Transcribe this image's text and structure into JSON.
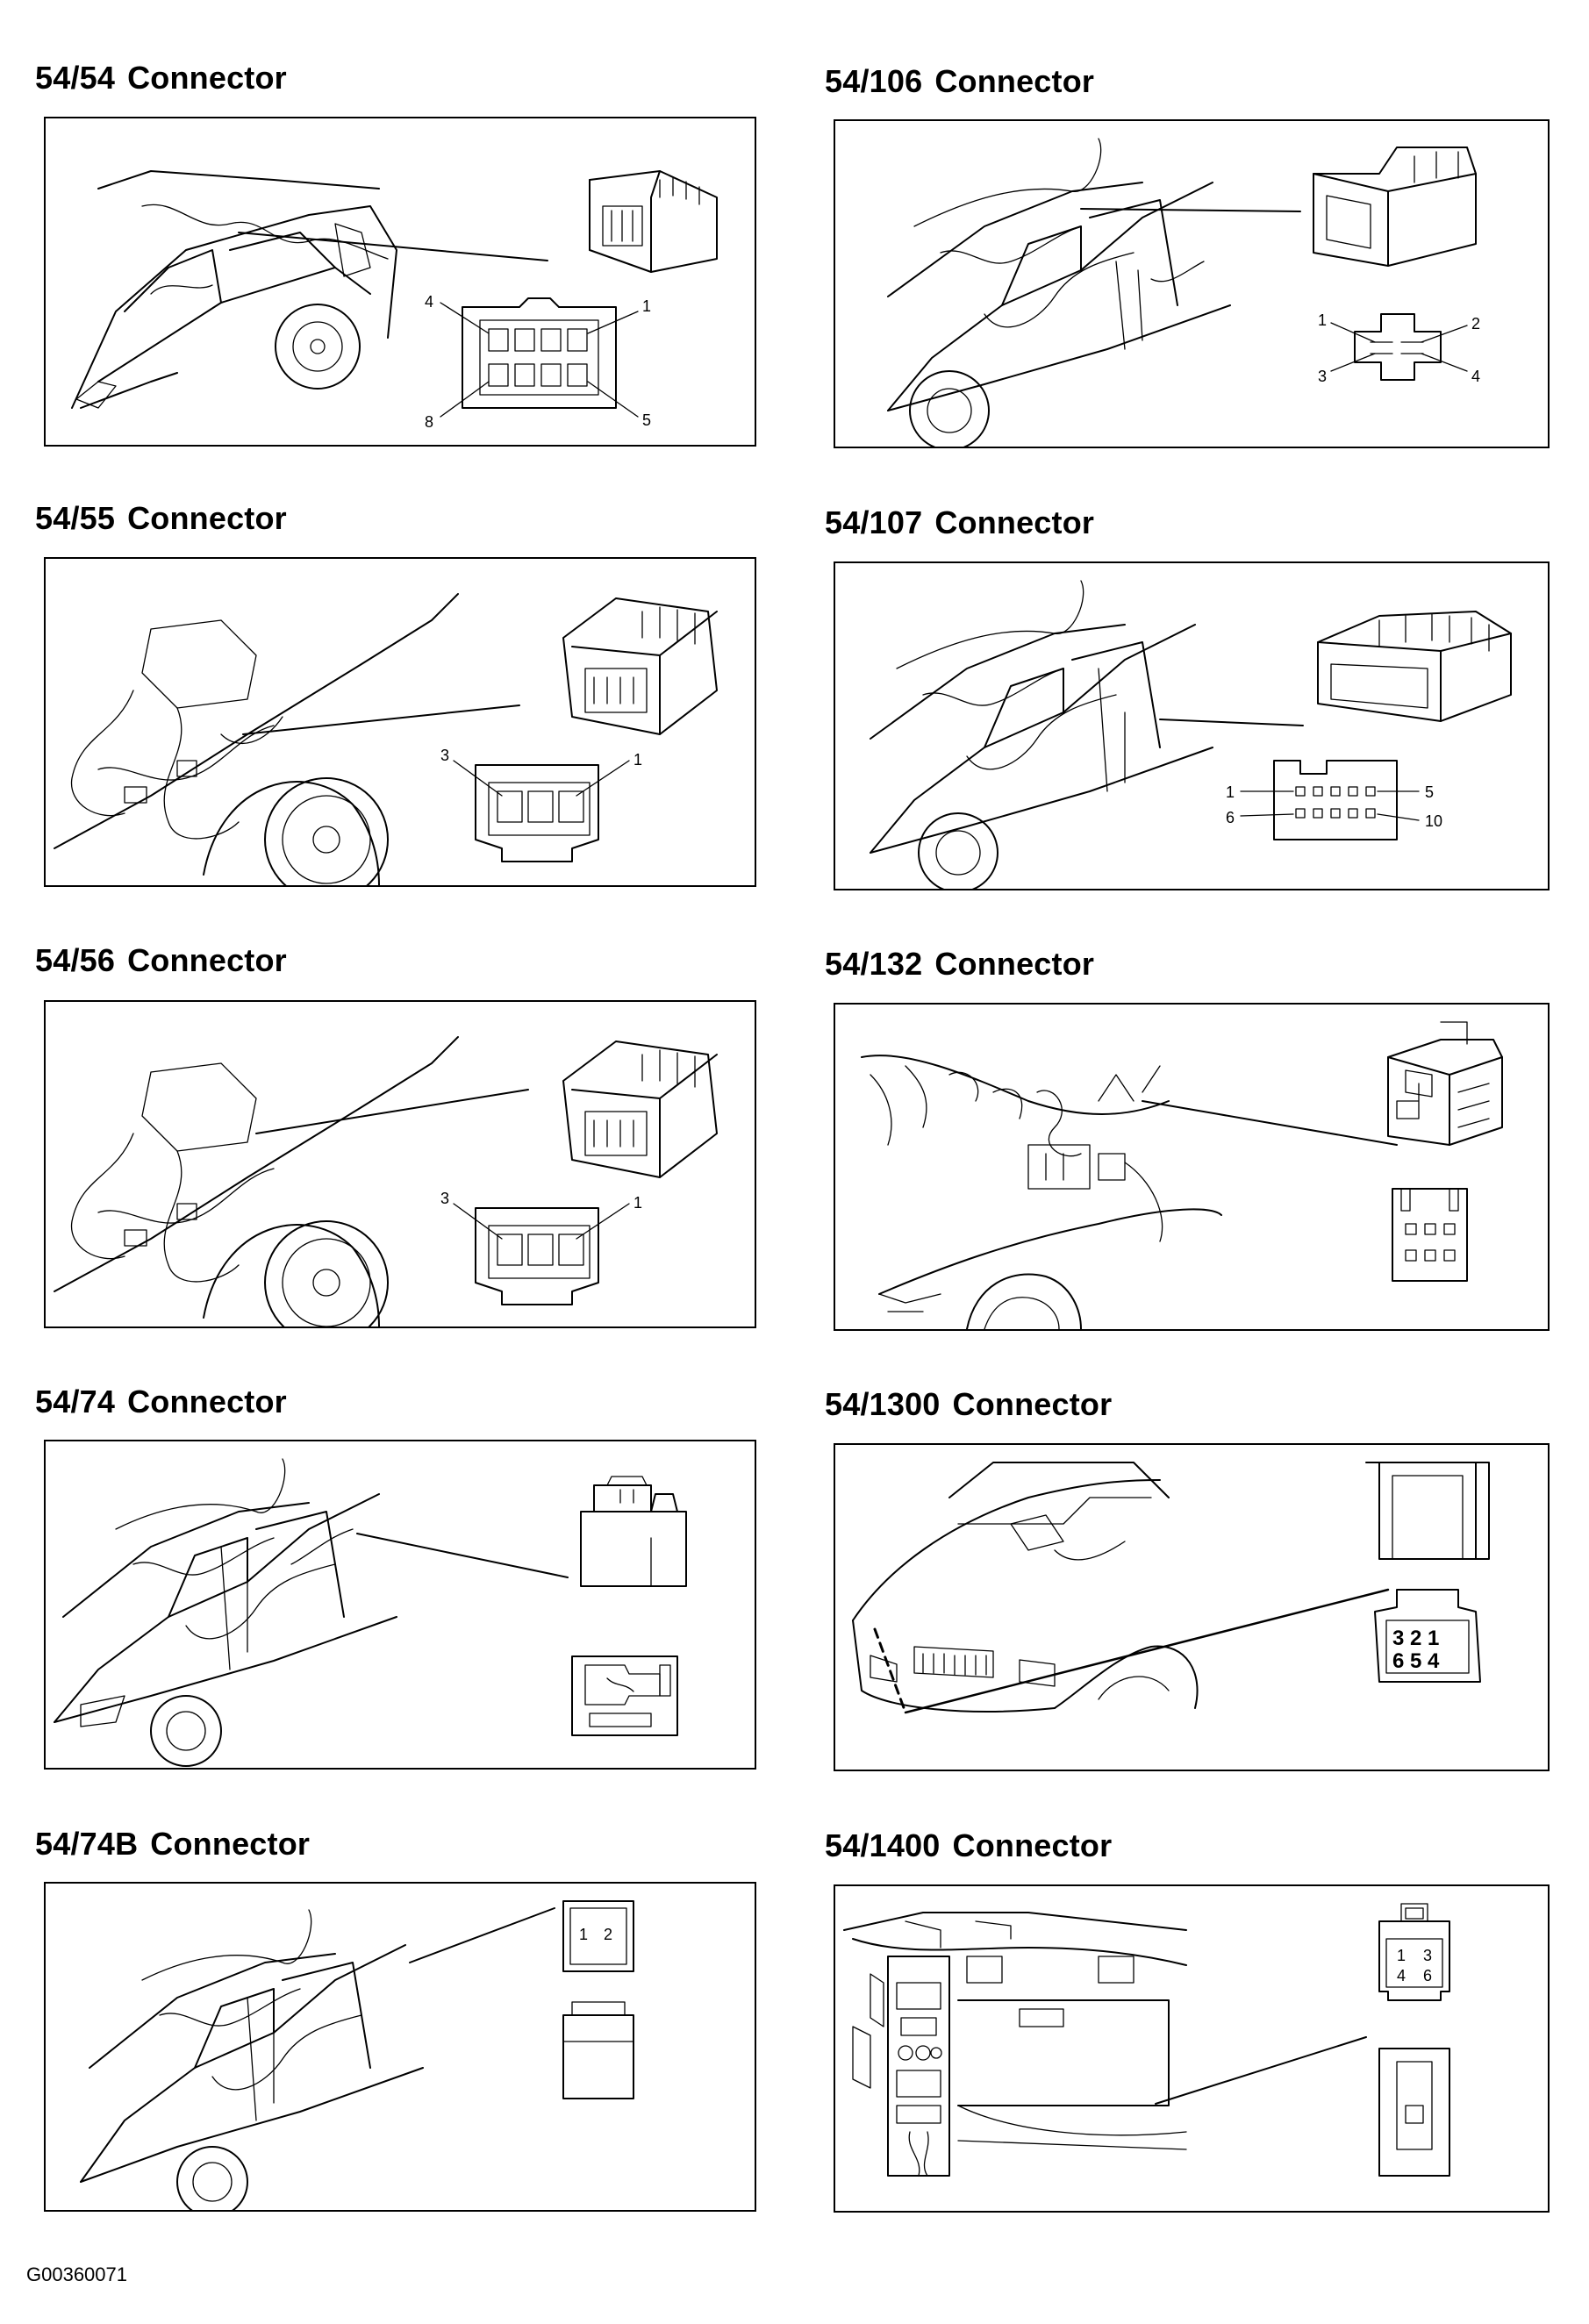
{
  "sections": [
    {
      "id": "s1",
      "code": "54/54",
      "word": "Connector"
    },
    {
      "id": "s2",
      "code": "54/106",
      "word": "Connector"
    },
    {
      "id": "s3",
      "code": "54/55",
      "word": "Connector"
    },
    {
      "id": "s4",
      "code": "54/107",
      "word": "Connector"
    },
    {
      "id": "s5",
      "code": "54/56",
      "word": "Connector"
    },
    {
      "id": "s6",
      "code": "54/132",
      "word": "Connector"
    },
    {
      "id": "s7",
      "code": "54/74",
      "word": "Connector"
    },
    {
      "id": "s8",
      "code": "54/1300",
      "word": "Connector"
    },
    {
      "id": "s9",
      "code": "54/74B",
      "word": "Connector"
    },
    {
      "id": "s10",
      "code": "54/1400",
      "word": "Connector"
    }
  ],
  "pin_labels": {
    "c5454": [
      "4",
      "1",
      "8",
      "5"
    ],
    "c54106": [
      "1",
      "2",
      "3",
      "4"
    ],
    "c5455": [
      "3",
      "1"
    ],
    "c54107": [
      "1",
      "5",
      "6",
      "10"
    ],
    "c5456": [
      "3",
      "1"
    ],
    "c541300": [
      "3 2 1",
      "6 5 4"
    ],
    "c5474b": [
      "1",
      "2"
    ],
    "c541400": [
      "1",
      "3",
      "4",
      "6"
    ]
  },
  "figure_ref": "G00360071"
}
